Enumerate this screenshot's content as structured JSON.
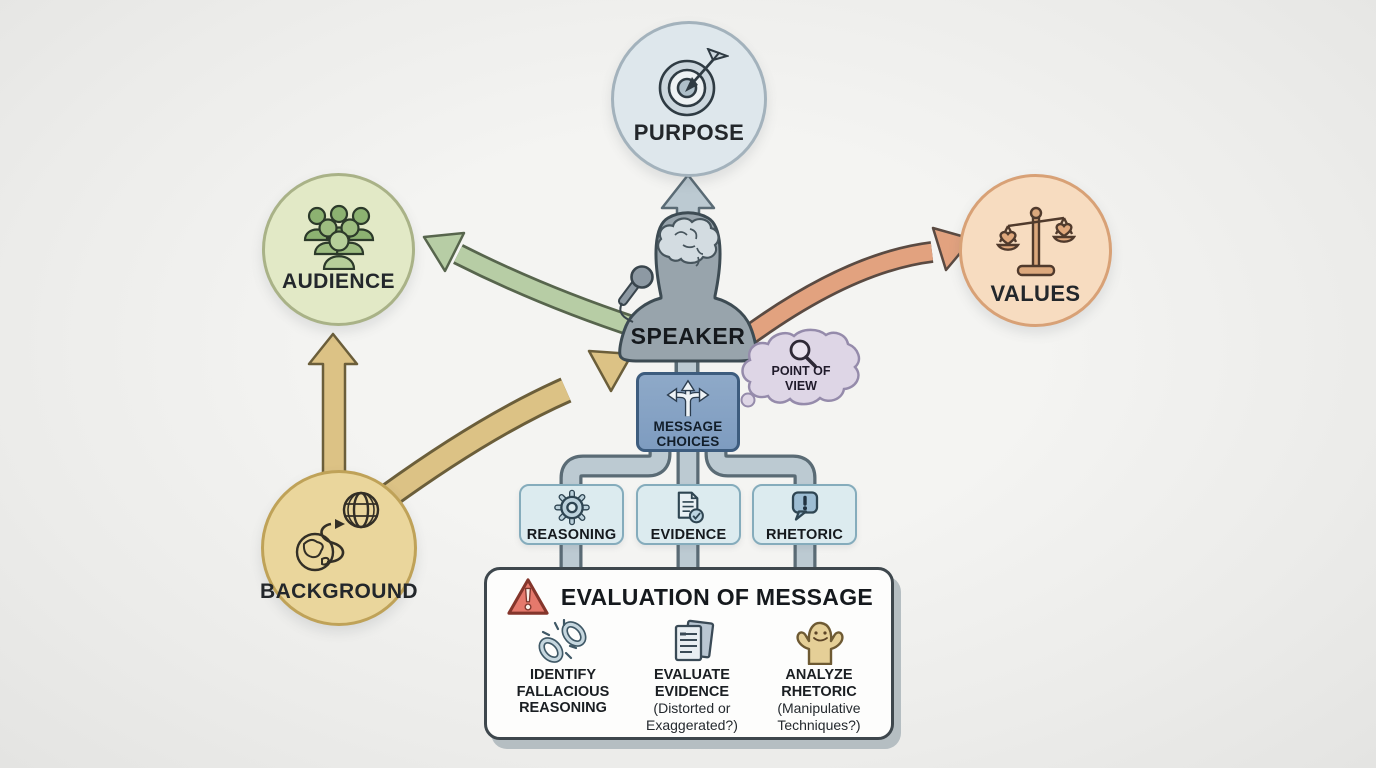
{
  "nodes": {
    "purpose": {
      "label": "PURPOSE",
      "icon": "target-arrow-icon"
    },
    "audience": {
      "label": "AUDIENCE",
      "icon": "people-group-icon"
    },
    "values": {
      "label": "VALUES",
      "icon": "balance-scales-hearts-icon"
    },
    "background": {
      "label": "BACKGROUND",
      "icon": "globes-journey-icon"
    },
    "speaker": {
      "label": "SPEAKER",
      "icon": "person-brain-microphone-icon"
    },
    "point_of_view": {
      "line1": "POINT OF",
      "line2": "VIEW",
      "icon": "magnifier-icon"
    },
    "message_choices": {
      "line1": "MESSAGE",
      "line2": "CHOICES",
      "icon": "branching-arrows-icon"
    },
    "reasoning": {
      "label": "REASONING",
      "icon": "gear-icon"
    },
    "evidence": {
      "label": "EVIDENCE",
      "icon": "document-check-icon"
    },
    "rhetoric": {
      "label": "RHETORIC",
      "icon": "speech-exclamation-icon"
    }
  },
  "evaluation": {
    "title": "EVALUATION OF MESSAGE",
    "icon": "warning-triangle-icon",
    "items": [
      {
        "title": "IDENTIFY FALLACIOUS REASONING",
        "note": "",
        "icon": "broken-chain-icon"
      },
      {
        "title": "EVALUATE EVIDENCE",
        "note": "(Distorted or Exaggerated?)",
        "icon": "documents-icon"
      },
      {
        "title": "ANALYZE RHETORIC",
        "note": "(Manipulative Techniques?)",
        "icon": "hand-puppet-icon"
      }
    ]
  },
  "edges": [
    {
      "from": "speaker",
      "to": "purpose"
    },
    {
      "from": "speaker",
      "to": "audience"
    },
    {
      "from": "speaker",
      "to": "values"
    },
    {
      "from": "background",
      "to": "audience"
    },
    {
      "from": "background",
      "to": "speaker"
    },
    {
      "from": "speaker",
      "to": "message_choices"
    },
    {
      "from": "speaker",
      "to": "point_of_view",
      "style": "thought-bubble"
    },
    {
      "from": "message_choices",
      "to": "reasoning"
    },
    {
      "from": "message_choices",
      "to": "evidence"
    },
    {
      "from": "message_choices",
      "to": "rhetoric"
    },
    {
      "from": "reasoning",
      "to": "evaluation"
    },
    {
      "from": "evidence",
      "to": "evaluation"
    },
    {
      "from": "rhetoric",
      "to": "evaluation"
    }
  ],
  "colors": {
    "purpose_fill": "#dee7ec",
    "purpose_stroke": "#a3b2bc",
    "audience_fill": "#e2e9c6",
    "audience_stroke": "#a9b287",
    "values_fill": "#f7dcc0",
    "values_stroke": "#d8a176",
    "background_fill": "#ead69c",
    "background_stroke": "#bfa258",
    "speaker_fill": "#98a4ac",
    "message_choices_fill": "#84a2c4",
    "subbox_fill": "#dcebef",
    "subbox_stroke": "#85acbc",
    "bubble_fill": "#ded6e6",
    "tube_fill": "#bccad2",
    "tube_stroke": "#5a6b75",
    "arrow_gray": "#bccad2",
    "arrow_green": "#b7cda5",
    "arrow_orange": "#e2a27f",
    "arrow_tan": "#dcc285",
    "warning_fill": "#e5796c",
    "eval_border": "#3e474d"
  }
}
